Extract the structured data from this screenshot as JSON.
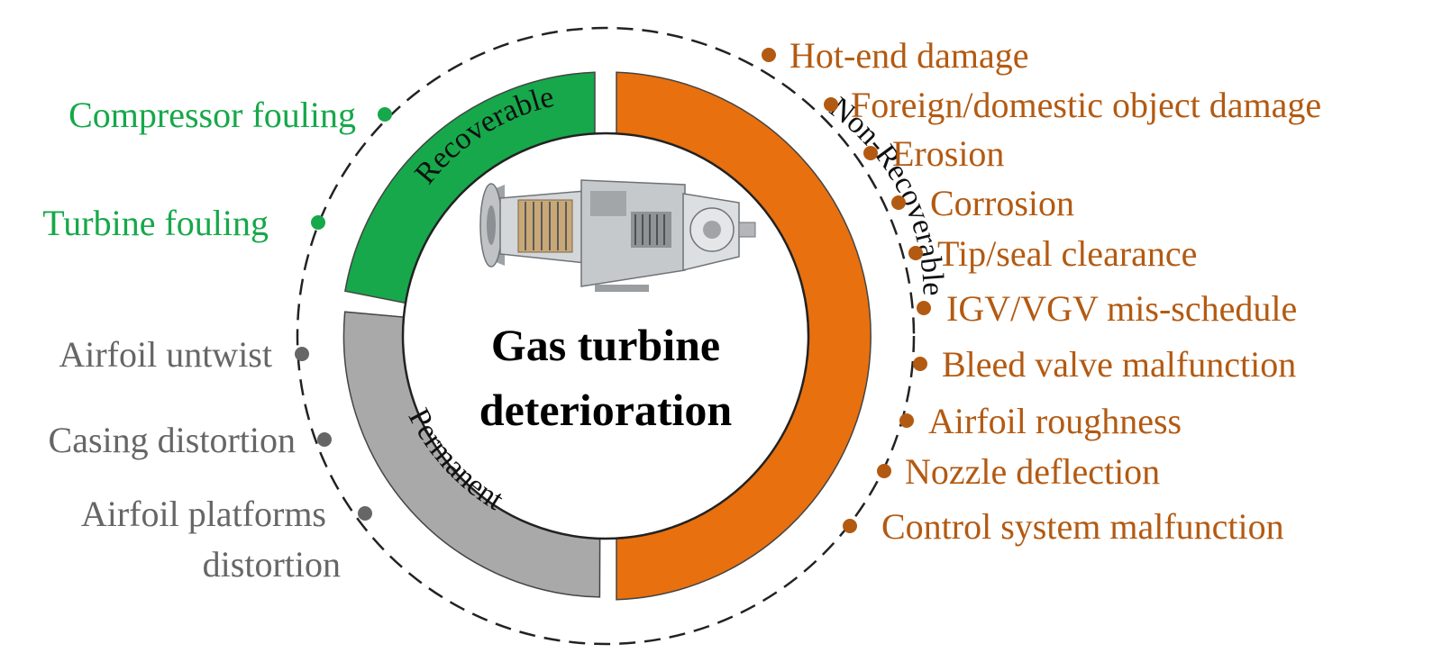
{
  "center": {
    "title_line1": "Gas turbine",
    "title_line2": "deterioration",
    "image_icon": "gas-turbine-cutaway-icon"
  },
  "segments": {
    "recoverable": {
      "label": "Recoverable",
      "color": "#16a84a"
    },
    "non_recoverable": {
      "label": "Non-Recoverable",
      "color": "#e8700f"
    },
    "permanent": {
      "label": "Permanent",
      "color": "#a9a9a9"
    }
  },
  "colors": {
    "recoverable_text": "#16a84a",
    "non_recoverable_text": "#b35a12",
    "permanent_text": "#666666",
    "outer_ring": "#222222"
  },
  "recoverable_items": [
    "Compressor fouling",
    "Turbine fouling"
  ],
  "non_recoverable_items": [
    "Hot-end damage",
    "Foreign/domestic object damage",
    "Erosion",
    "Corrosion",
    "Tip/seal clearance",
    "IGV/VGV mis-schedule",
    "Bleed valve malfunction",
    "Airfoil roughness",
    "Nozzle deflection",
    "Control system malfunction"
  ],
  "permanent_items": [
    "Airfoil untwist",
    "Casing distortion",
    "Airfoil platforms distortion"
  ],
  "permanent_item_lines": {
    "airfoil_platforms_line1": "Airfoil platforms",
    "airfoil_platforms_line2": "distortion"
  }
}
